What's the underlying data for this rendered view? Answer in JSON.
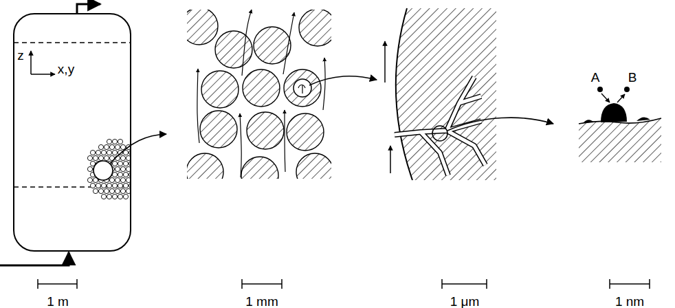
{
  "diagram": {
    "labels": [
      "z",
      "x,y",
      "A",
      "B",
      "1 m",
      "1 mm",
      "1 μm",
      "1 nm"
    ]
  }
}
